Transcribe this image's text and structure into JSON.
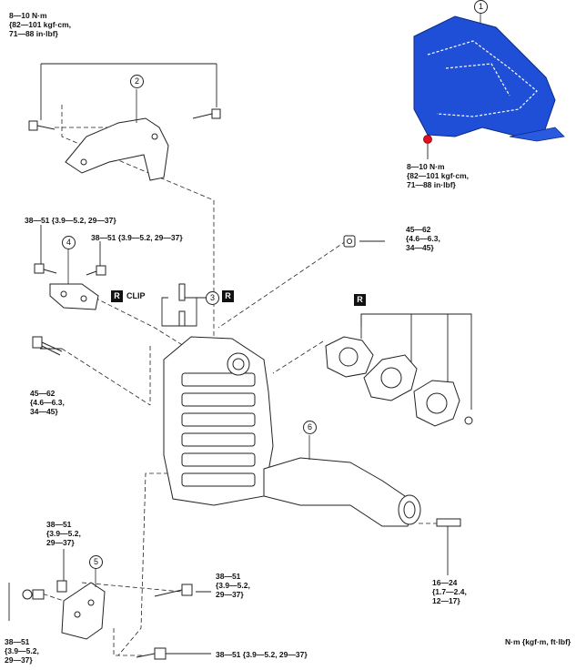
{
  "parts": {
    "p1": "1",
    "p2": "2",
    "p3": "3",
    "p4": "4",
    "p5": "5",
    "p6": "6"
  },
  "symbols": {
    "replace_mark": "R",
    "clip_label": "CLIP"
  },
  "torque": {
    "t_topleft": "8—10 N·m\n{82—101 kgf·cm,\n71—88 in·lbf}",
    "t_insulator": "8—10 N·m\n{82—101 kgf·cm,\n71—88 in·lbf}",
    "t_bracket4_left": "38—51 {3.9—5.2, 29—37}",
    "t_bracket4_right": "38—51 {3.9—5.2, 29—37}",
    "t_nut_right": "45—62\n{4.6—6.3,\n34—45}",
    "t_stud_left": "45—62\n{4.6—6.3,\n34—45}",
    "t_bracket5_top": "38—51\n{3.9—5.2,\n29—37}",
    "t_bolt_mid": "38—51\n{3.9—5.2,\n29—37}",
    "t_stud_right": "16—24\n{1.7—2.4,\n12—17}",
    "t_bottom_left": "38—51\n{3.9—5.2,\n29—37}",
    "t_bottom_bolt": "38—51 {3.9—5.2, 29—37}"
  },
  "units_note": "N·m {kgf·m, ft·lbf}",
  "colors": {
    "insulator": "#1f4fd6",
    "seal": "#e01020",
    "line": "#222222"
  }
}
